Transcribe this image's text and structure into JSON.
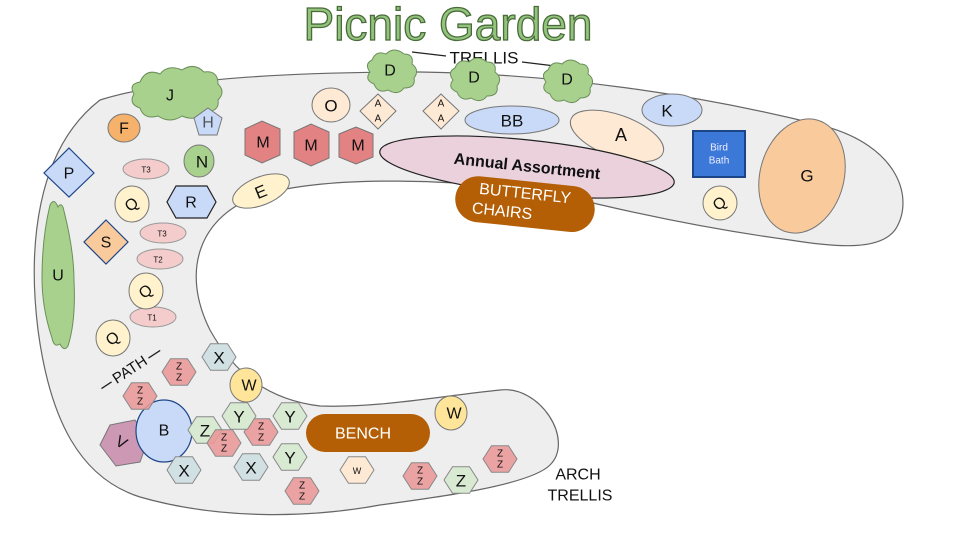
{
  "title": "Picnic Garden",
  "colors": {
    "bed": "#eeeeee",
    "bed_stroke": "#666666",
    "green": "#a9d18e",
    "blue": "#c9daf8",
    "peach": "#fde9d4",
    "orange": "#f6b26b",
    "cream": "#fff2cc",
    "yellow": "#ffe599",
    "pink": "#ea9999",
    "lightpink": "#f4cccc",
    "mauve": "#ead1dc",
    "purple": "#c27ba0",
    "teal": "#d0e0e3",
    "lightgreen": "#d9ead3",
    "brown": "#b45f06",
    "birdbath": "#3c78d8",
    "gOrange": "#f9cb9c"
  },
  "labels": {
    "trellis": "TRELLIS",
    "arch_trellis_1": "ARCH",
    "arch_trellis_2": "TRELLIS",
    "path": "PATH",
    "annual": "Annual Assortment",
    "butterfly_1": "BUTTERFLY",
    "butterfly_2": "CHAIRS",
    "bench": "BENCH",
    "bird_1": "Bird",
    "bird_2": "Bath"
  },
  "plants": {
    "J": "J",
    "D": "D",
    "H": "H",
    "F": "F",
    "O": "O",
    "AA": [
      "A",
      "A"
    ],
    "BB": "BB",
    "A": "A",
    "K": "K",
    "G": "G",
    "M": "M",
    "N": "N",
    "P": "P",
    "R": "R",
    "E": "E",
    "Q": "Q",
    "S": "S",
    "U": "U",
    "T1": "T1",
    "T2": "T2",
    "T3": "T3",
    "X": "X",
    "W": "W",
    "w_small": "W",
    "Y": "Y",
    "Z": "Z",
    "ZZ": [
      "Z",
      "Z"
    ],
    "B": "B",
    "V": "V"
  }
}
